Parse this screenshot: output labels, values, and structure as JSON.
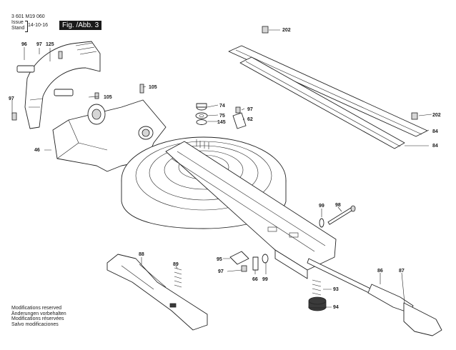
{
  "header": {
    "part_number": "3 601 M19 060",
    "issue_label_1": "Issue",
    "issue_label_2": "Stand",
    "issue_date": "14-10-16",
    "figure_label": "Fig. /Abb. 3"
  },
  "footer": {
    "lines": [
      "Modifications reserved",
      "Änderungen vorbehalten",
      "Modifications réservées",
      "Salvo modificaciones"
    ]
  },
  "callouts": {
    "c96": "96",
    "c97a": "97",
    "c125": "125",
    "c97b": "97",
    "c105a": "105",
    "c105b": "105",
    "c46": "46",
    "c74": "74",
    "c75": "75",
    "c145": "145",
    "c97c": "97",
    "c62": "62",
    "c202a": "202",
    "c202b": "202",
    "c84a": "84",
    "c84b": "84",
    "c99a": "99",
    "c98": "98",
    "c88": "88",
    "c89": "89",
    "c95": "95",
    "c97d": "97",
    "c66": "66",
    "c99b": "99",
    "c86": "86",
    "c87": "87",
    "c93": "93",
    "c94": "94"
  }
}
